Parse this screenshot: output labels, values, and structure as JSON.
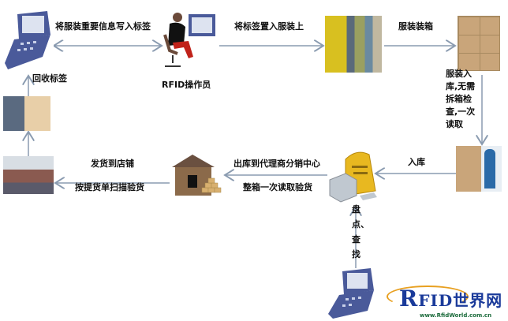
{
  "labels": {
    "write_tag": "将服装重要信息写入标签",
    "operator": "RFID操作员",
    "attach_tag": "将标签置入服装上",
    "packing": "服装装箱",
    "warehouse_in_note": "服装入库,无需拆箱检查,一次读取",
    "warehouse_in": "入库",
    "out_to_dealer": "出库到代理商分销中心",
    "box_read": "整箱一次读取验货",
    "ship_store": "发货到店铺",
    "scan_check": "按提货单扫描验货",
    "recycle": "回收标签",
    "inventory": "盘点、查找"
  },
  "logo": {
    "text": "RFID世界网",
    "url_text": "www.RfidWorld.com.cn"
  },
  "colors": {
    "arrow": "#8a9bb0",
    "device": "#4a5a9a",
    "box": "#c9a57a",
    "house": "#8b6a4a",
    "mailbox": "#e8b820"
  }
}
